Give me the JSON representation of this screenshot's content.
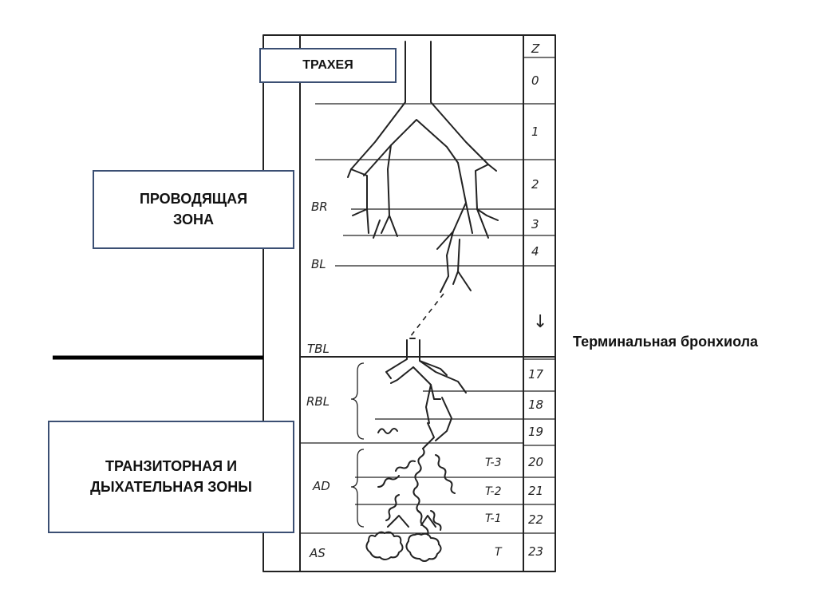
{
  "labels": {
    "trachea": "ТРАХЕЯ",
    "conducting_zone": "ПРОВОДЯЩАЯ ЗОНА",
    "transitional_zone": "ТРАНЗИТОРНАЯ И ДЫХАТЕЛЬНАЯ ЗОНЫ",
    "terminal_bronchiole": "Терминальная бронхиола"
  },
  "column_header": "Z",
  "generations": [
    "0",
    "1",
    "2",
    "3",
    "4",
    "↓",
    "17",
    "18",
    "19",
    "20",
    "21",
    "22",
    "23"
  ],
  "segments": [
    "BR",
    "BL",
    "TBL",
    "RBL",
    "AD",
    "AS"
  ],
  "transition_codes": [
    "T-3",
    "T-2",
    "T-1",
    "T"
  ]
}
